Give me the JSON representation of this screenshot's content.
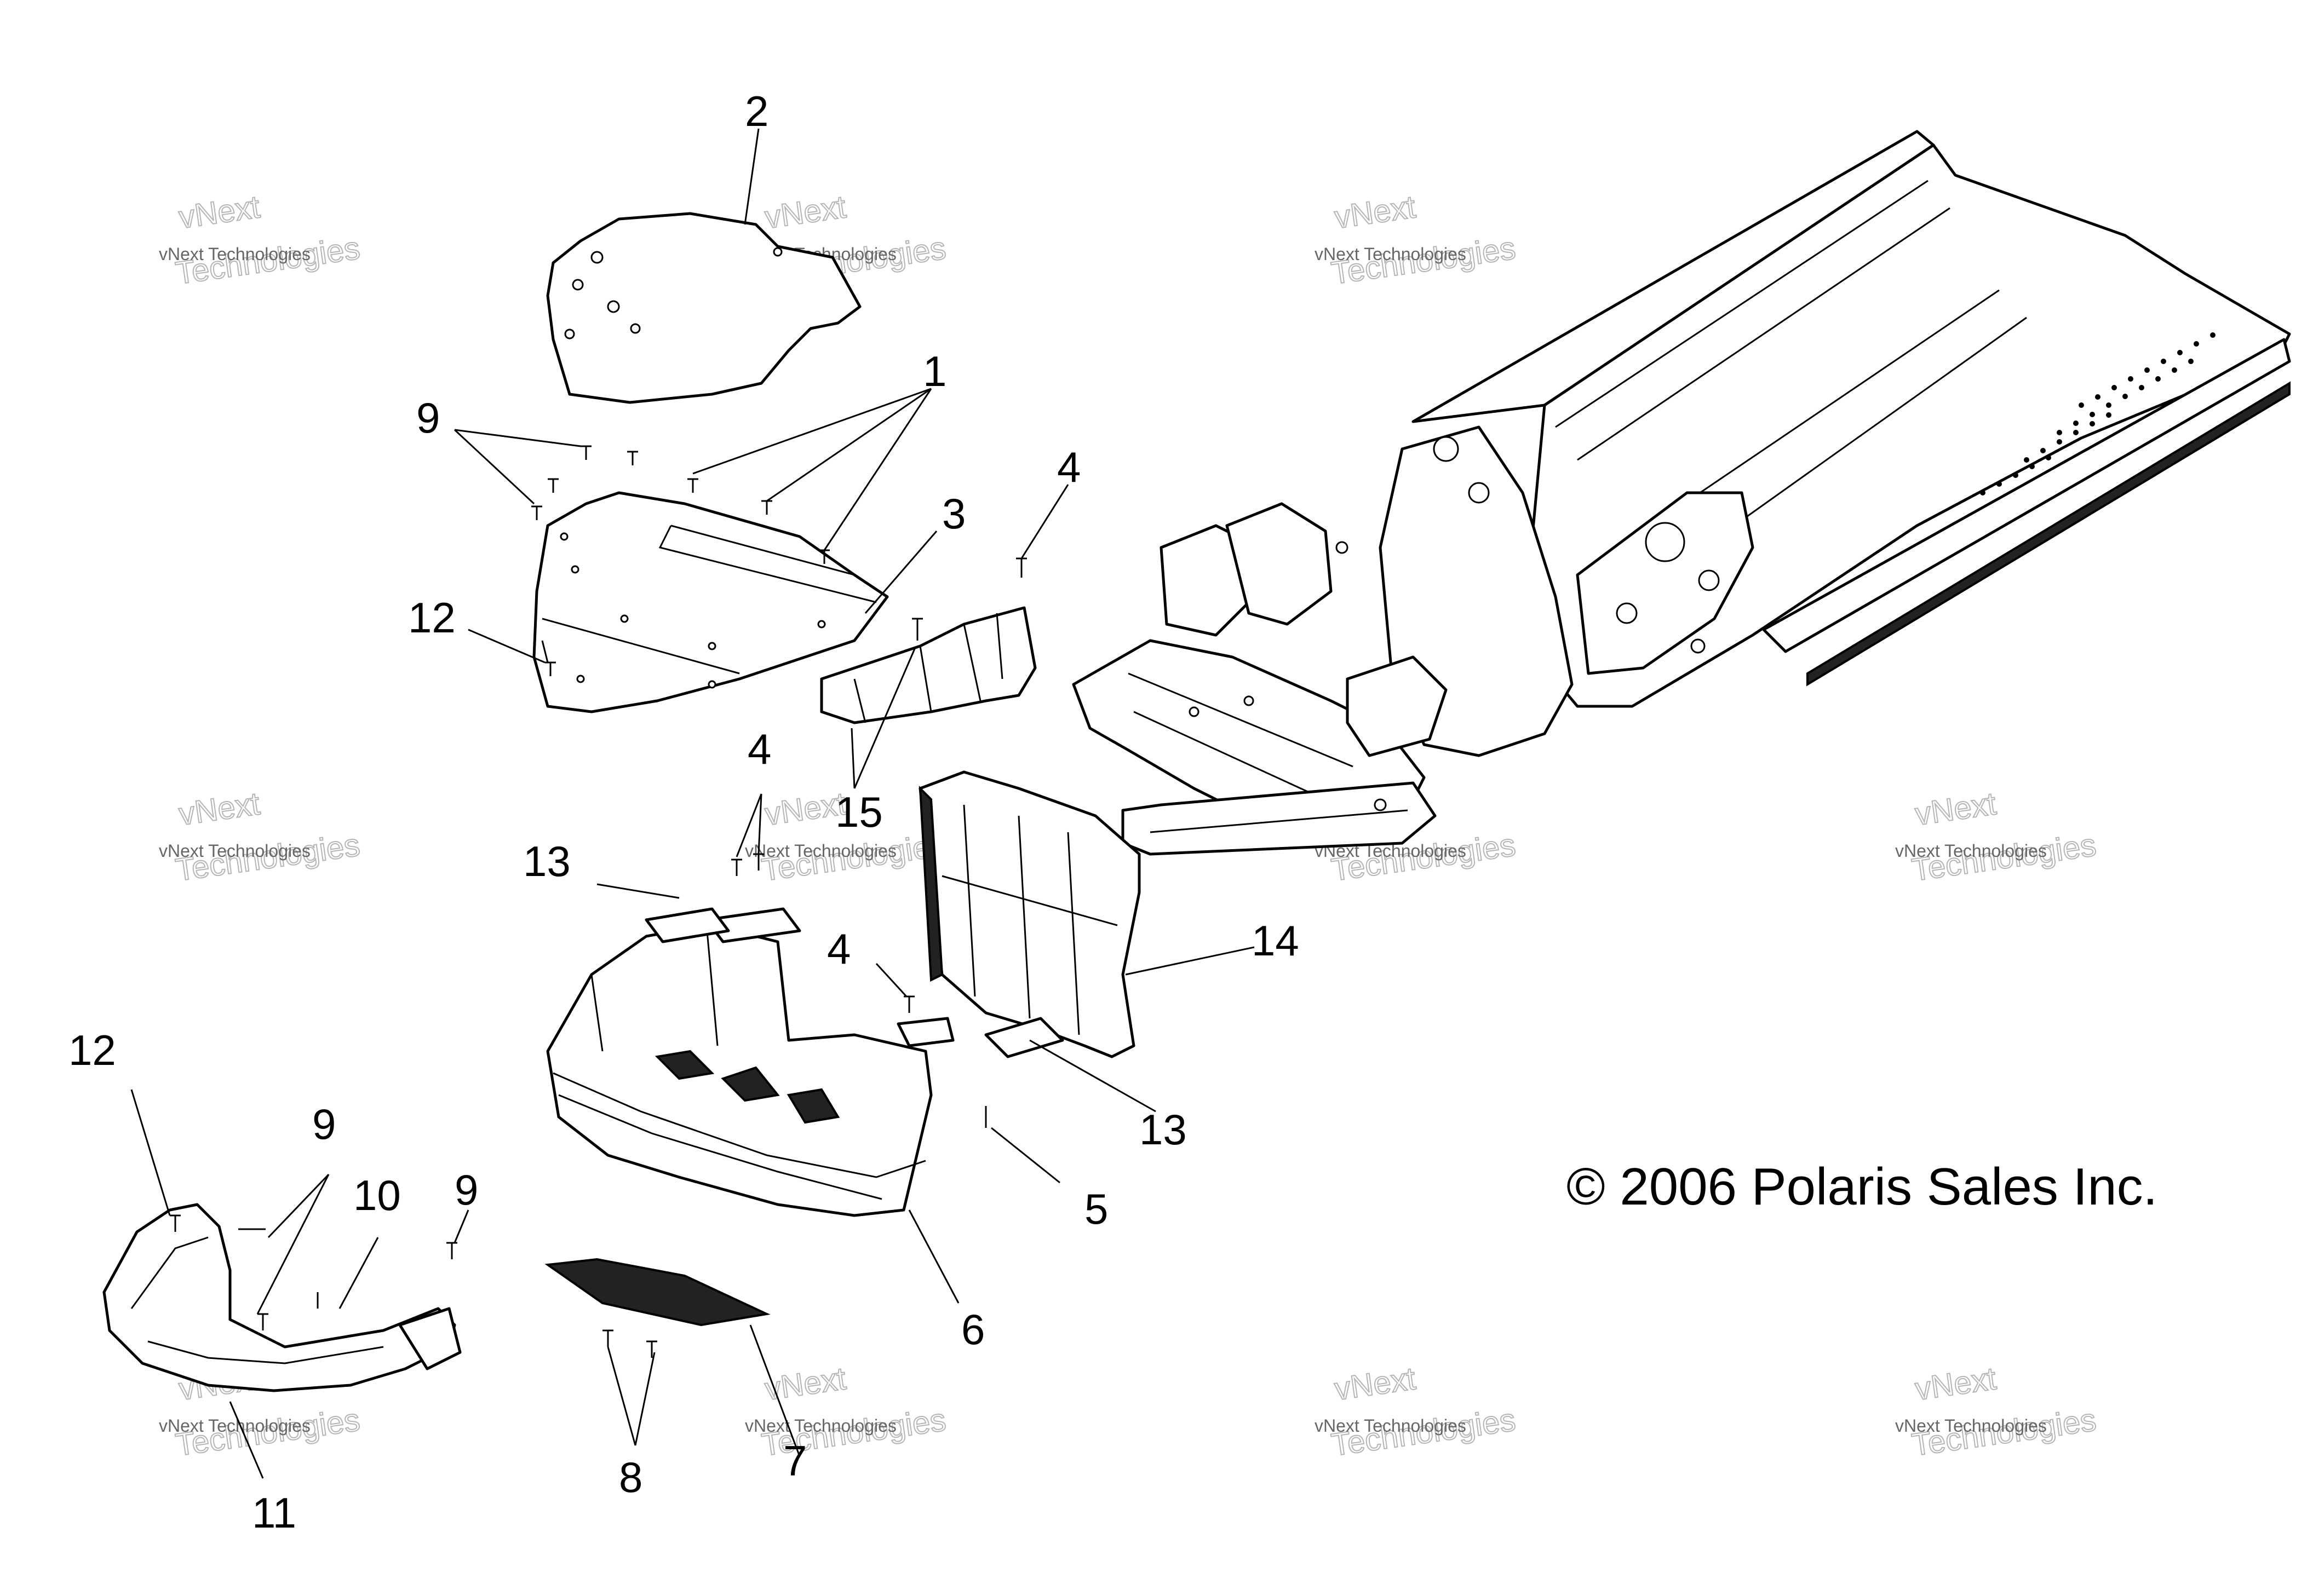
{
  "diagram": {
    "callouts": [
      {
        "id": "2",
        "label": "2"
      },
      {
        "id": "1",
        "label": "1"
      },
      {
        "id": "9a",
        "label": "9"
      },
      {
        "id": "3",
        "label": "3"
      },
      {
        "id": "4a",
        "label": "4"
      },
      {
        "id": "12a",
        "label": "12"
      },
      {
        "id": "4b",
        "label": "4"
      },
      {
        "id": "15",
        "label": "15"
      },
      {
        "id": "13a",
        "label": "13"
      },
      {
        "id": "14",
        "label": "14"
      },
      {
        "id": "4c",
        "label": "4"
      },
      {
        "id": "13b",
        "label": "13"
      },
      {
        "id": "5",
        "label": "5"
      },
      {
        "id": "12b",
        "label": "12"
      },
      {
        "id": "9b",
        "label": "9"
      },
      {
        "id": "10",
        "label": "10"
      },
      {
        "id": "9c",
        "label": "9"
      },
      {
        "id": "6",
        "label": "6"
      },
      {
        "id": "11",
        "label": "11"
      },
      {
        "id": "8",
        "label": "8"
      },
      {
        "id": "7",
        "label": "7"
      }
    ],
    "copyright": "© 2006 Polaris Sales Inc.",
    "watermark": {
      "line1": "vNext Technologies",
      "line2": "Technologies",
      "line3": "vNext"
    }
  }
}
